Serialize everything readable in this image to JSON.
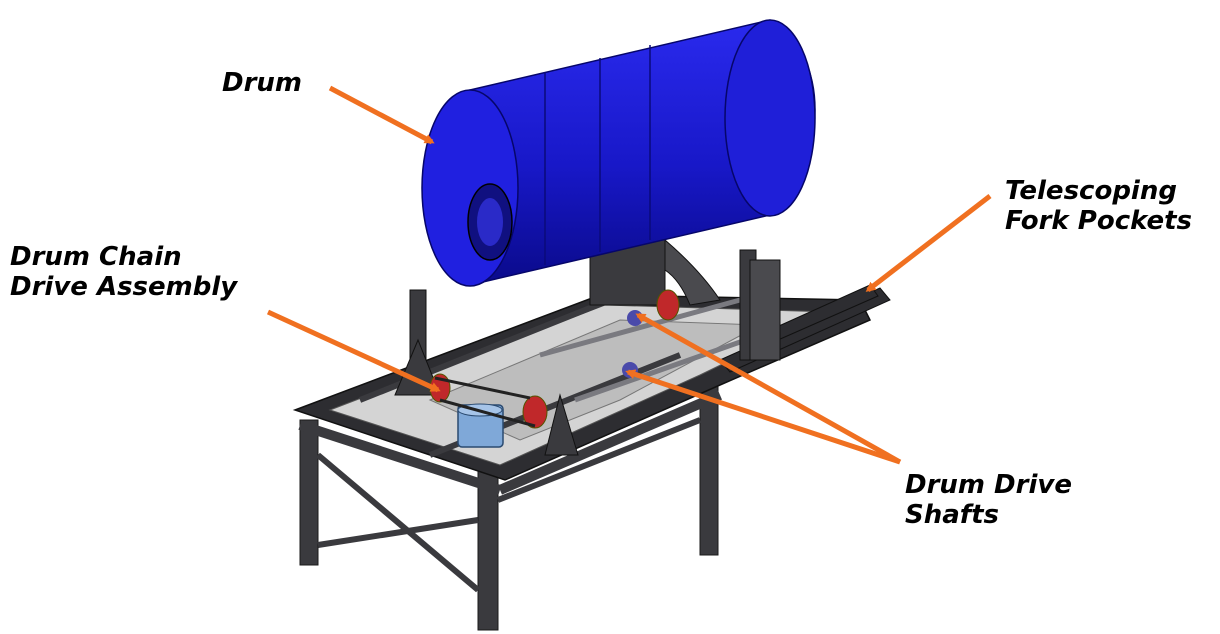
{
  "labels": {
    "drum": "Drum",
    "fork_pockets": [
      "Telescoping",
      "Fork Pockets"
    ],
    "chain_drive": [
      "Drum Chain",
      "Drive Assembly"
    ],
    "drive_shafts": [
      "Drum Drive",
      "Shafts"
    ]
  },
  "colors": {
    "drum": "#1a1ad4",
    "drum_shadow": "#0a0a8a",
    "frame": "#3a3a3e",
    "plate": "#c8c8c8",
    "motor": "#7fa8d8",
    "sprocket": "#c0282a",
    "arrow": "#f07020"
  }
}
